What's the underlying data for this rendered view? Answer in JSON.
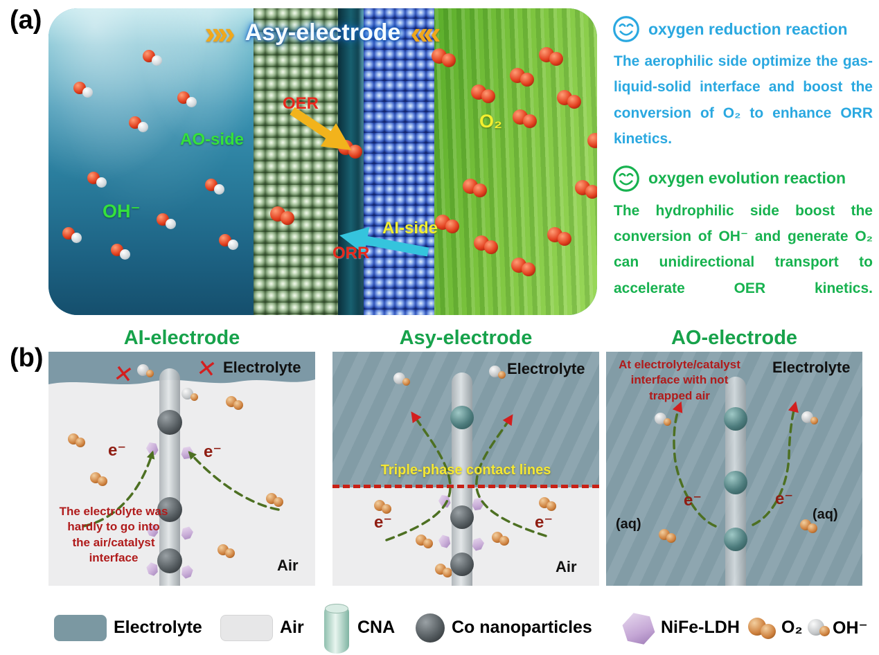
{
  "panel_a": {
    "label": "(a)",
    "scene": {
      "chevrons_left": "»»",
      "chevrons_right": "««",
      "title": "Asy-electrode",
      "ao_side_label": "AO-side",
      "oer_label": "OER",
      "hydroxide_label": "OH⁻",
      "orr_label": "ORR",
      "ai_side_label": "AI-side",
      "oxygen_label": "O₂"
    },
    "orr_note": {
      "heading": "oxygen reduction reaction",
      "body": "The aerophilic side optimize the gas-liquid-solid interface and boost the conversion of O₂ to enhance ORR kinetics."
    },
    "oer_note": {
      "heading": "oxygen evolution reaction",
      "body": "The hydrophilic side boost the conversion of OH⁻ and generate O₂ can unidirectional transport to accelerate OER kinetics."
    }
  },
  "panel_b": {
    "label": "(b)",
    "ai_diagram": {
      "title": "AI-electrode",
      "electrolyte_label": "Electrolyte",
      "air_label": "Air",
      "note": "The electrolyte was hardly to go into the air/catalyst interface",
      "e_left": "e⁻",
      "e_right": "e⁻"
    },
    "asy_diagram": {
      "title": "Asy-electrode",
      "electrolyte_label": "Electrolyte",
      "air_label": "Air",
      "contact_lines_label": "Triple-phase contact lines",
      "e_left": "e⁻",
      "e_right": "e⁻"
    },
    "ao_diagram": {
      "title": "AO-electrode",
      "electrolyte_label": "Electrolyte",
      "note": "At electrolyte/catalyst interface with not trapped air",
      "aq_left": "(aq)",
      "aq_right": "(aq)",
      "e_left": "e⁻",
      "e_right": "e⁻"
    }
  },
  "legend": {
    "electrolyte": "Electrolyte",
    "air": "Air",
    "cna": "CNA",
    "co_nanoparticles": "Co nanoparticles",
    "nife_ldh": "NiFe-LDH",
    "o2": "O₂",
    "oh": "OH⁻"
  },
  "icons": {
    "blocked_x": "✕"
  },
  "colors": {
    "orr_text_blue": "#2aa8e0",
    "oer_text_green": "#17b24f",
    "title_green": "#17a24b",
    "electrolyte_fill": "#87a1ab",
    "air_fill": "#ededee",
    "warning_red": "#b01b1b",
    "contact_line_red": "#c82015",
    "contact_label_yellow": "#f4e734"
  }
}
